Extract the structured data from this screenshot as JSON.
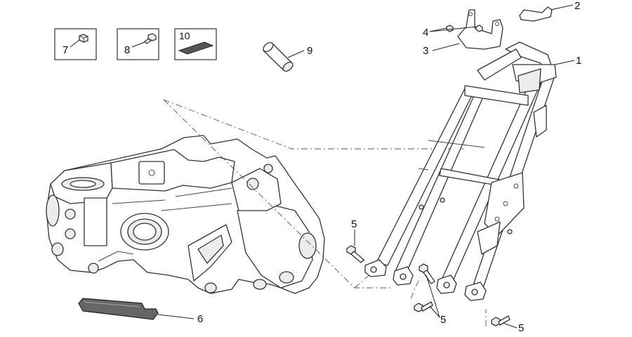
{
  "callouts": {
    "c1": "1",
    "c2": "2",
    "c3": "3",
    "c4": "4",
    "c5a": "5",
    "c5b": "5",
    "c5c": "5",
    "c6": "6",
    "c7": "7",
    "c8": "8",
    "c9": "9",
    "c10": "10"
  },
  "colors": {
    "line": "#333333",
    "part_fill": "#ffffff",
    "shade_fill": "#ececec",
    "dark_part": "#555555"
  }
}
